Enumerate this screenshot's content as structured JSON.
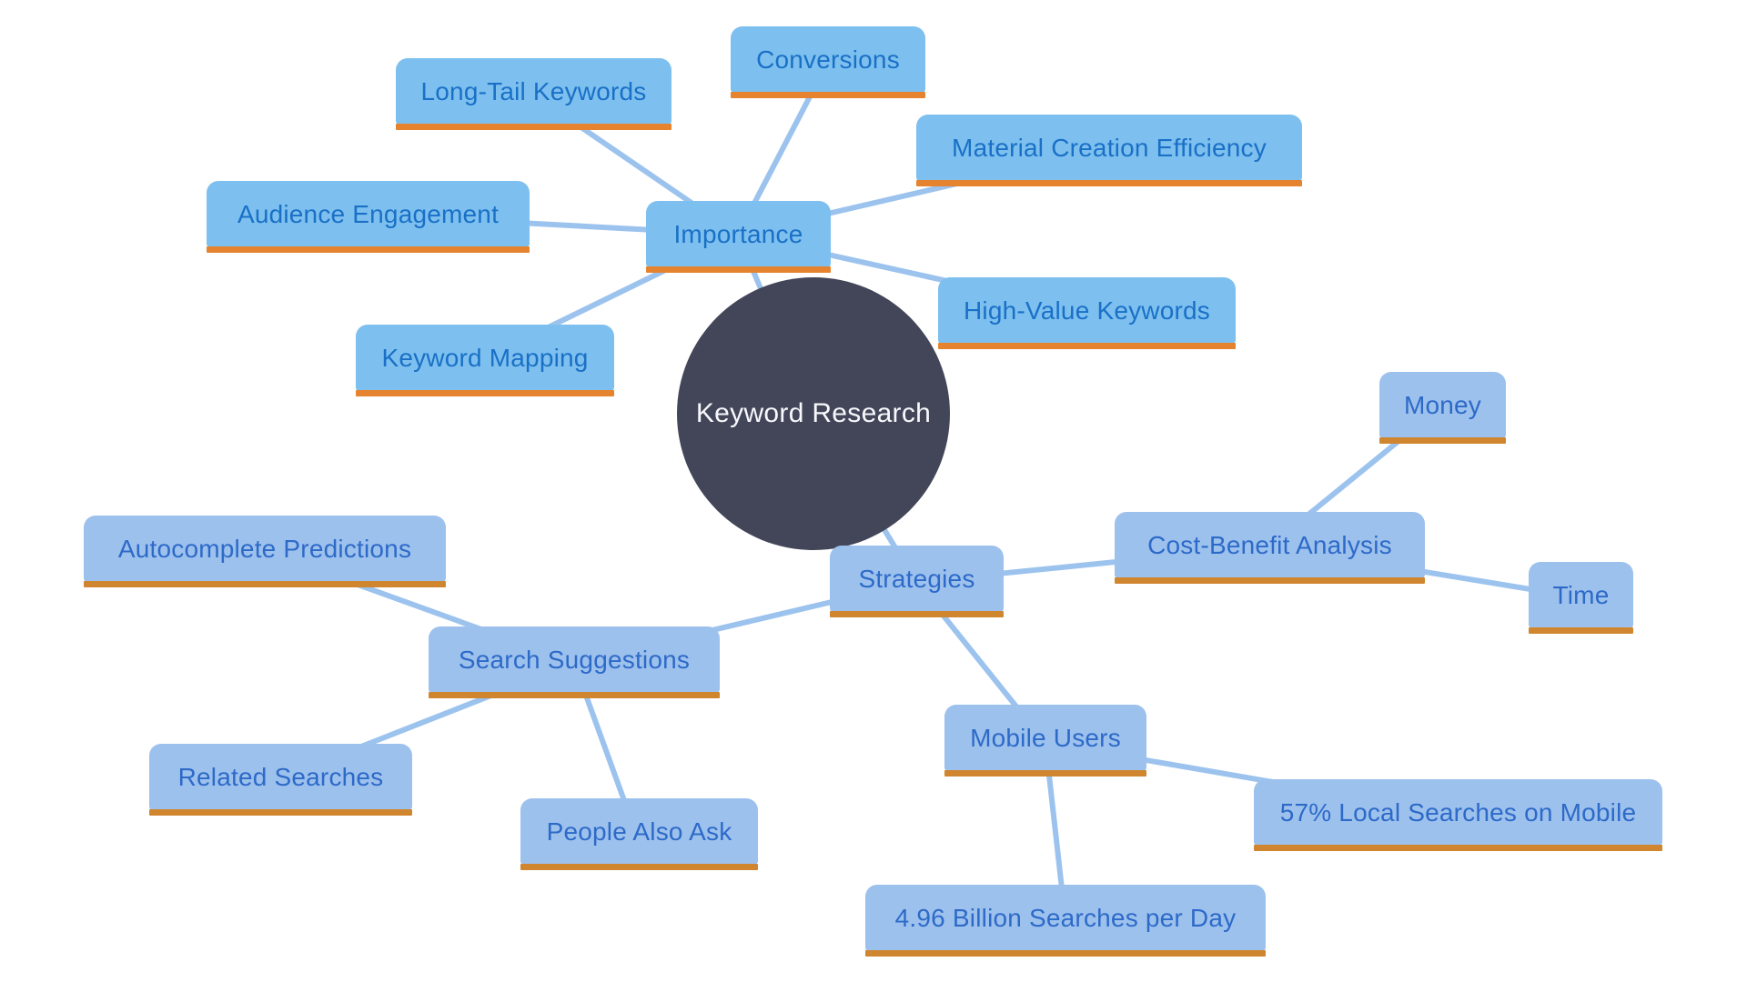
{
  "diagram": {
    "type": "mindmap",
    "center": {
      "label": "Keyword Research"
    },
    "branches": {
      "importance": {
        "label": "Importance"
      },
      "strategies": {
        "label": "Strategies"
      }
    },
    "nodes": [
      {
        "id": "importance",
        "label": "Importance",
        "branch": "importance"
      },
      {
        "id": "conversions",
        "label": "Conversions",
        "branch": "importance"
      },
      {
        "id": "long-tail-keywords",
        "label": "Long-Tail Keywords",
        "branch": "importance"
      },
      {
        "id": "material-creation-efficiency",
        "label": "Material Creation Efficiency",
        "branch": "importance"
      },
      {
        "id": "audience-engagement",
        "label": "Audience Engagement",
        "branch": "importance"
      },
      {
        "id": "high-value-keywords",
        "label": "High-Value Keywords",
        "branch": "importance"
      },
      {
        "id": "keyword-mapping",
        "label": "Keyword Mapping",
        "branch": "importance"
      },
      {
        "id": "strategies",
        "label": "Strategies",
        "branch": "strategies"
      },
      {
        "id": "money",
        "label": "Money",
        "branch": "strategies"
      },
      {
        "id": "cost-benefit-analysis",
        "label": "Cost-Benefit Analysis",
        "branch": "strategies"
      },
      {
        "id": "time",
        "label": "Time",
        "branch": "strategies"
      },
      {
        "id": "autocomplete-predictions",
        "label": "Autocomplete Predictions",
        "branch": "strategies"
      },
      {
        "id": "search-suggestions",
        "label": "Search Suggestions",
        "branch": "strategies"
      },
      {
        "id": "related-searches",
        "label": "Related Searches",
        "branch": "strategies"
      },
      {
        "id": "people-also-ask",
        "label": "People Also Ask",
        "branch": "strategies"
      },
      {
        "id": "mobile-users",
        "label": "Mobile Users",
        "branch": "strategies"
      },
      {
        "id": "57-local-searches-on-mobile",
        "label": "57% Local Searches on Mobile",
        "branch": "strategies"
      },
      {
        "id": "4-96-billion-searches-per-day",
        "label": "4.96 Billion Searches per Day",
        "branch": "strategies"
      }
    ],
    "edges": [
      [
        "center",
        "importance"
      ],
      [
        "center",
        "strategies"
      ],
      [
        "importance",
        "conversions"
      ],
      [
        "importance",
        "long-tail-keywords"
      ],
      [
        "importance",
        "material-creation-efficiency"
      ],
      [
        "importance",
        "audience-engagement"
      ],
      [
        "importance",
        "high-value-keywords"
      ],
      [
        "importance",
        "keyword-mapping"
      ],
      [
        "strategies",
        "cost-benefit-analysis"
      ],
      [
        "cost-benefit-analysis",
        "money"
      ],
      [
        "cost-benefit-analysis",
        "time"
      ],
      [
        "strategies",
        "search-suggestions"
      ],
      [
        "search-suggestions",
        "autocomplete-predictions"
      ],
      [
        "search-suggestions",
        "related-searches"
      ],
      [
        "search-suggestions",
        "people-also-ask"
      ],
      [
        "strategies",
        "mobile-users"
      ],
      [
        "mobile-users",
        "57-local-searches-on-mobile"
      ],
      [
        "mobile-users",
        "4-96-billion-searches-per-day"
      ]
    ]
  },
  "colors": {
    "background": "#ffffff",
    "center_fill": "#434659",
    "center_text": "#f7f8fb",
    "importance_fill": "#7dc0ef",
    "importance_accent": "#e5832f",
    "importance_text": "#1a70c6",
    "strategies_fill": "#9dc1ed",
    "strategies_accent": "#d0862f",
    "strategies_text": "#2d6ac8",
    "edge": "#9cc3ee"
  }
}
